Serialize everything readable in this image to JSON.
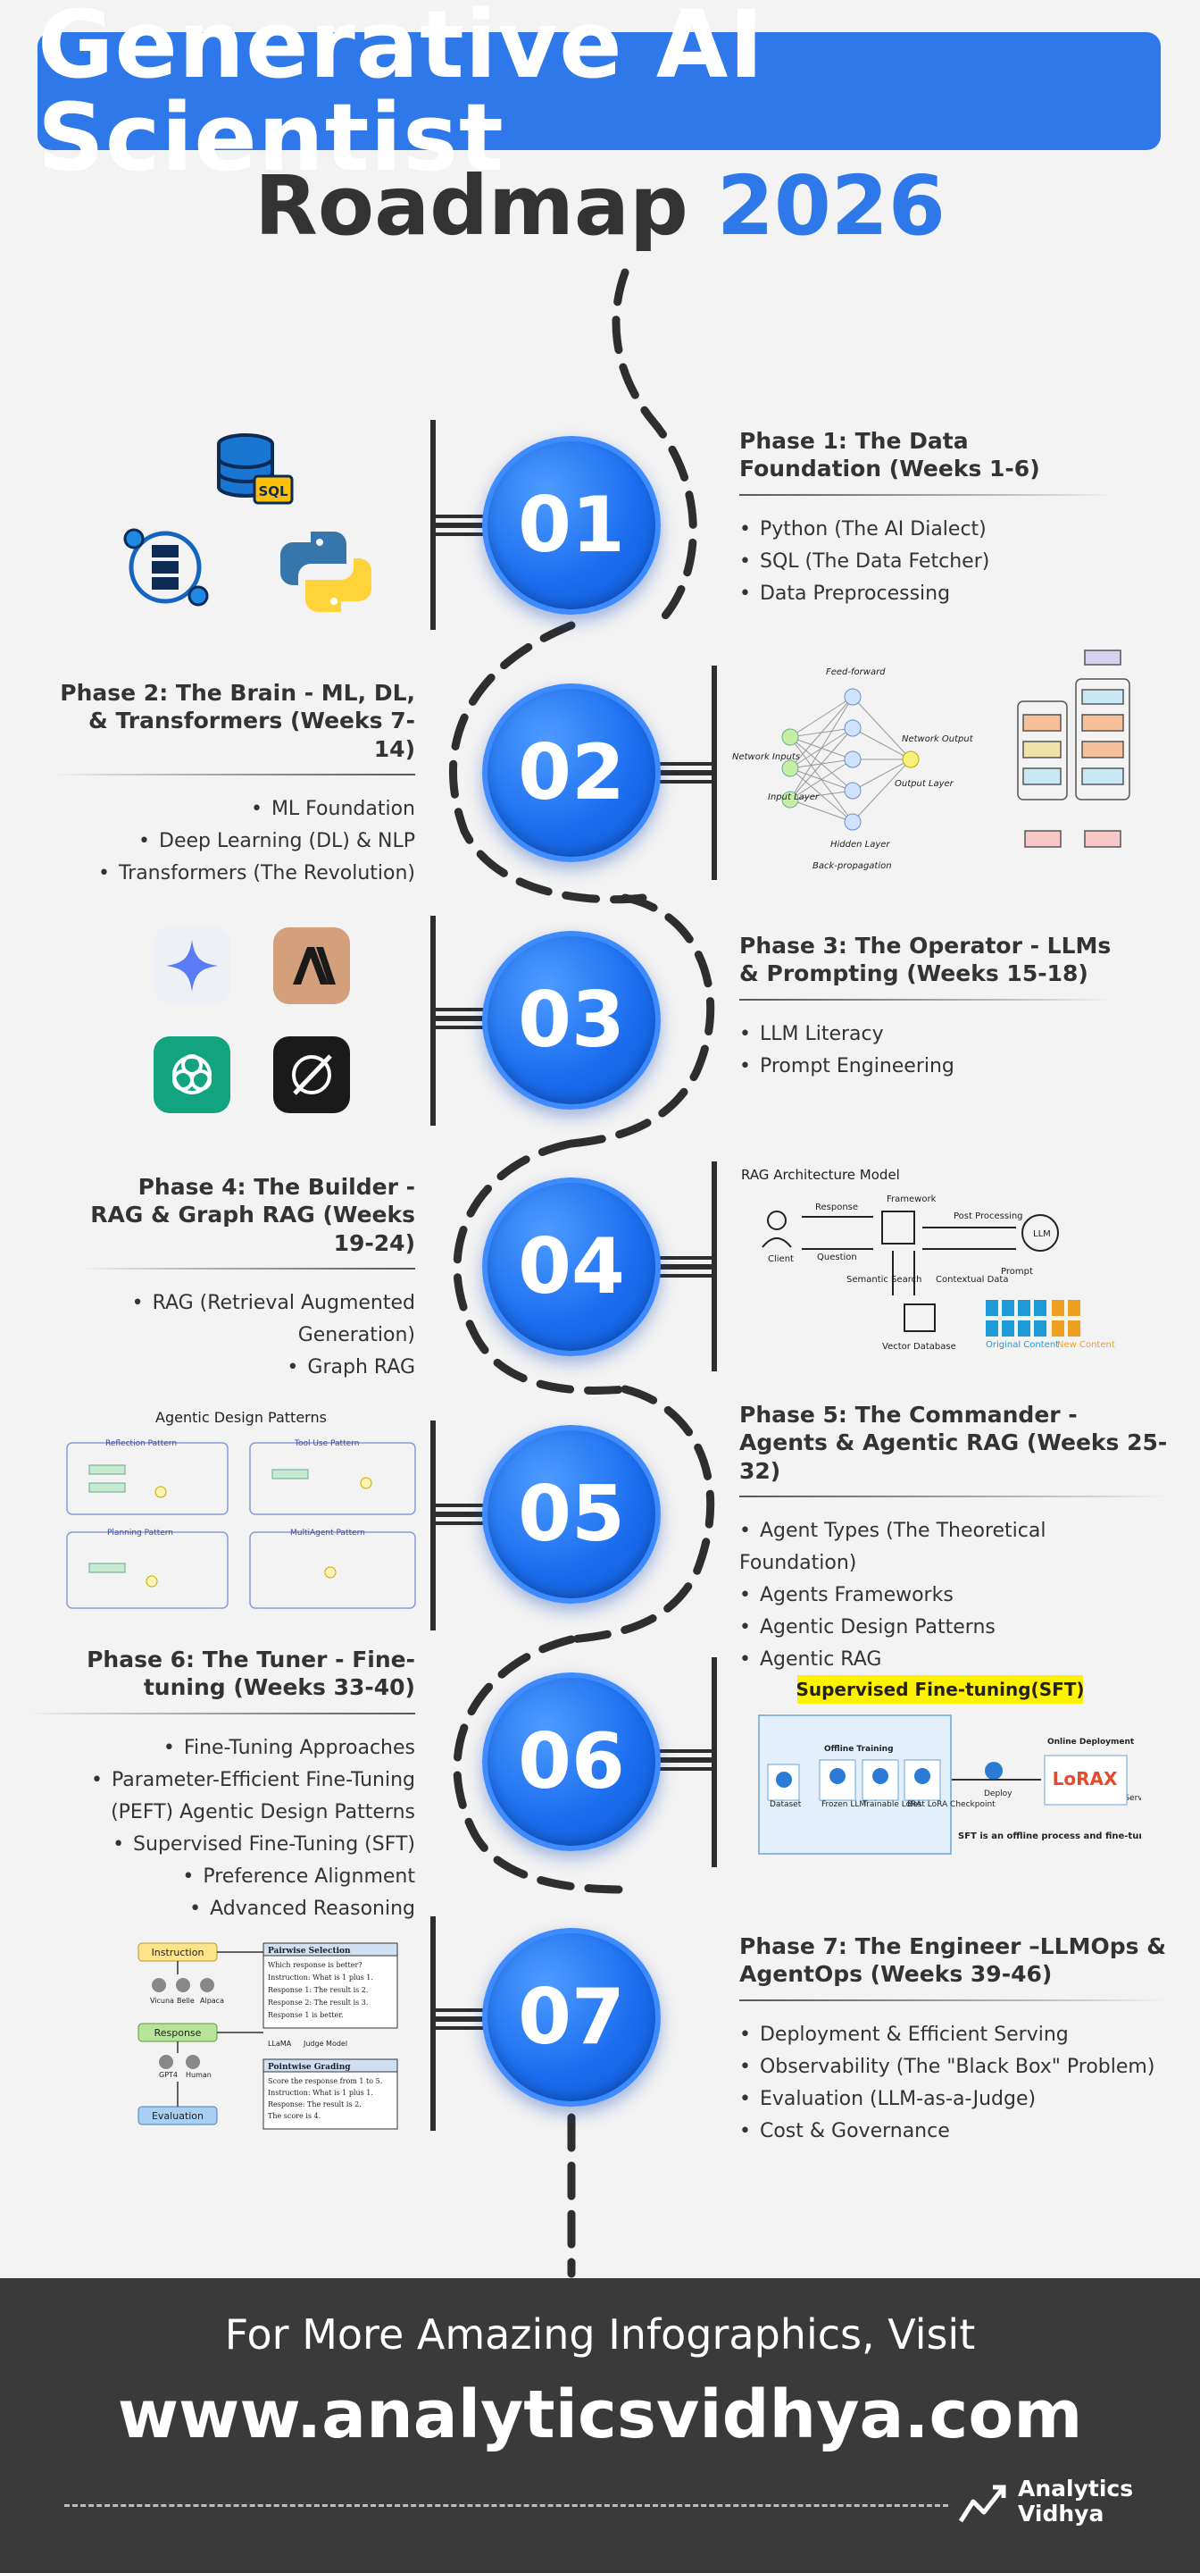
{
  "header": {
    "title": "Generative AI Scientist",
    "subtitle": "Roadmap",
    "year": "2026"
  },
  "phases": [
    {
      "number": "01",
      "title": "Phase 1: The Data Foundation (Weeks 1-6)",
      "items": [
        "Python (The AI Dialect)",
        "SQL (The Data Fetcher)",
        "Data Preprocessing"
      ]
    },
    {
      "number": "02",
      "title": "Phase 2: The Brain - ML, DL, & Transformers (Weeks 7-14)",
      "items": [
        "ML Foundation",
        "Deep Learning (DL) & NLP",
        "Transformers (The Revolution)"
      ]
    },
    {
      "number": "03",
      "title": "Phase 3: The Operator - LLMs & Prompting (Weeks 15-18)",
      "items": [
        "LLM Literacy",
        "Prompt Engineering"
      ]
    },
    {
      "number": "04",
      "title": "Phase 4: The Builder - RAG & Graph RAG (Weeks 19-24)",
      "items": [
        "RAG (Retrieval Augmented Generation)",
        "Graph RAG"
      ]
    },
    {
      "number": "05",
      "title": "Phase 5: The Commander - Agents & Agentic RAG (Weeks 25-32)",
      "items": [
        "Agent Types (The Theoretical Foundation)",
        "Agents Frameworks",
        "Agentic Design Patterns",
        "Agentic RAG"
      ]
    },
    {
      "number": "06",
      "title": "Phase 6: The Tuner - Fine-tuning (Weeks 33-40)",
      "items": [
        "Fine-Tuning Approaches",
        "Parameter-Efficient Fine-Tuning (PEFT) Agentic Design Patterns",
        "Supervised Fine-Tuning (SFT)",
        "Preference Alignment",
        "Advanced Reasoning"
      ]
    },
    {
      "number": "07",
      "title": "Phase 7: The Engineer –LLMOps & AgentOps (Weeks 39-46)",
      "items": [
        "Deployment & Efficient Serving",
        "Observability (The \"Black Box\" Problem)",
        "Evaluation (LLM-as-a-Judge)",
        "Cost & Governance"
      ]
    }
  ],
  "figures": {
    "sql_badge": "SQL",
    "nn": {
      "feed_forward": "Feed-forward",
      "network_inputs": "Network Inputs",
      "input_layer": "Input Layer",
      "hidden_layer": "Hidden Layer",
      "network_output": "Network Output",
      "output_layer": "Output Layer",
      "back_propagation": "Back-propagation"
    },
    "rag": {
      "title": "RAG Architecture Model",
      "response": "Response",
      "framework": "Framework",
      "post_processing": "Post Processing",
      "llm": "LLM",
      "client": "Client",
      "question": "Question",
      "prompt": "Prompt",
      "semantic_search": "Semantic Search",
      "contextual_data": "Contextual Data",
      "vector_database": "Vector Database",
      "original_content": "Original Content",
      "new_content": "New Content"
    },
    "agentic": {
      "title": "Agentic Design Patterns",
      "p1": "Reflection Pattern",
      "p2": "Tool Use Pattern",
      "p3": "Planning Pattern",
      "p4": "MultiAgent Pattern"
    },
    "sft": {
      "title": "Supervised Fine-tuning(SFT)",
      "offline": "Offline Training",
      "online": "Online Deployment",
      "dataset": "Dataset",
      "frozen": "Frozen LLM",
      "trainable": "Trainable LoRA",
      "best": "Best LoRA Checkpoint",
      "deploy": "Deploy",
      "lorax": "LoRAX",
      "serving": "Open Source LLM Serving",
      "note": "SFT is an offline process and fine-tuning happens on static data"
    },
    "judge": {
      "instruction": "Instruction",
      "response": "Response",
      "evaluation": "Evaluation",
      "vicuna": "Vicuna",
      "belle": "Belle",
      "alpaca": "Alpaca",
      "gpt4": "GPT4",
      "human": "Human",
      "llama": "LLaMA",
      "judge_model": "Judge Model",
      "pairwise": "Pairwise Selection",
      "pointwise": "Pointwise Grading",
      "pw_lines": [
        "Which response is better?",
        "Instruction: What is 1 plus 1.",
        "Response 1: The result is 2.",
        "Response 2: The result is 3.",
        "Response 1 is better."
      ],
      "pt_lines": [
        "Score the response from 1 to 5.",
        "Instruction: What is 1 plus 1.",
        "Response: The result is 2.",
        "The score is 4."
      ]
    }
  },
  "footer": {
    "line1": "For More Amazing Infographics, Visit",
    "url": "www.analyticsvidhya.com",
    "brand_line1": "Analytics",
    "brand_line2": "Vidhya"
  },
  "colors": {
    "accent": "#2f78ea",
    "footer_bg": "#3a3a3a",
    "text": "#333333"
  }
}
